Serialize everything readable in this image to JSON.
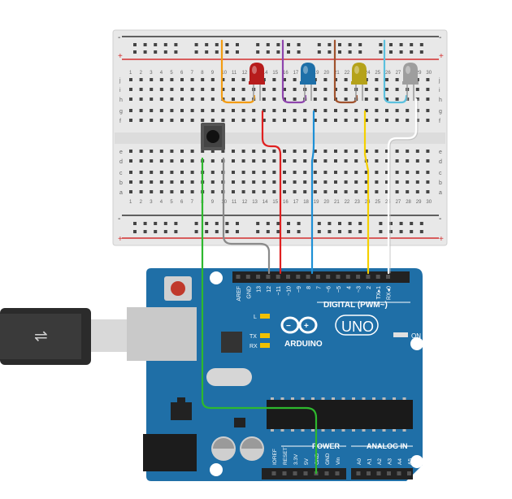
{
  "breadboard": {
    "rows_top": [
      "j",
      "i",
      "h",
      "g",
      "f"
    ],
    "rows_bottom": [
      "e",
      "d",
      "c",
      "b",
      "a"
    ],
    "rail_plus": "+",
    "rail_minus": "-",
    "col_nums": [
      "1",
      "2",
      "3",
      "4",
      "5",
      "6",
      "7",
      "8",
      "9",
      "10",
      "11",
      "12",
      "13",
      "14",
      "15",
      "16",
      "17",
      "18",
      "19",
      "20",
      "21",
      "22",
      "23",
      "24",
      "25",
      "26",
      "27",
      "28",
      "29",
      "30"
    ]
  },
  "arduino": {
    "brand": "ARDUINO",
    "model": "UNO",
    "digital_label": "DIGITAL (PWM~)",
    "power_label": "POWER",
    "analog_label": "ANALOG IN",
    "on_label": "ON",
    "tx_label": "TX",
    "rx_label": "RX",
    "l_label": "L",
    "digital_pins": [
      "AREF",
      "GND",
      "13",
      "12",
      "~11",
      "~10",
      "~9",
      "8",
      "7",
      "~6",
      "~5",
      "4",
      "~3",
      "2",
      "TX▸1",
      "RX◂0"
    ],
    "power_pins": [
      "IOREF",
      "RESET",
      "3.3V",
      "5V",
      "GND",
      "GND",
      "Vin"
    ],
    "analog_pins": [
      "A0",
      "A1",
      "A2",
      "A3",
      "A4",
      "A5"
    ]
  },
  "leds": [
    {
      "name": "red-led",
      "color": "#b71c1c"
    },
    {
      "name": "blue-led",
      "color": "#1e6fa8"
    },
    {
      "name": "yellow-led",
      "color": "#b5a21a"
    },
    {
      "name": "white-led",
      "color": "#9e9e9e"
    }
  ],
  "wire_colors": {
    "orange": "#f39c12",
    "purple": "#8e44ad",
    "brown": "#a0522d",
    "cyan": "#5bc0de",
    "red": "#e02020",
    "blue": "#1e90d6",
    "yellow": "#f5d000",
    "white": "#ffffff",
    "gray": "#8a8a8a",
    "green": "#2eb82e"
  },
  "board_color": "#1f6fa7"
}
